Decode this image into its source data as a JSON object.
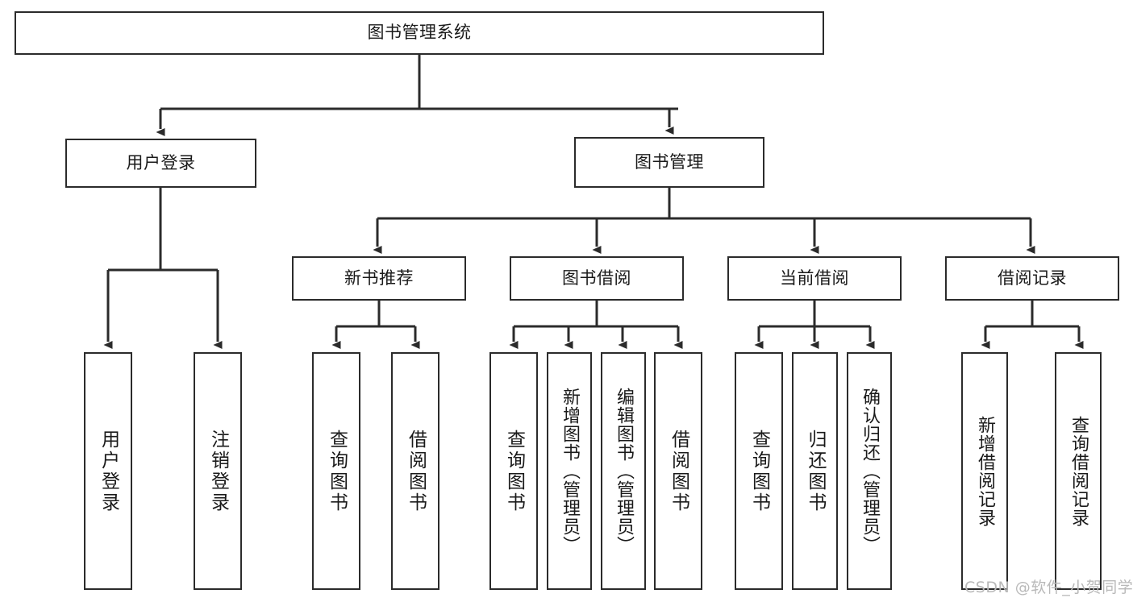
{
  "diagram": {
    "title_node": {
      "label": "图书管理系统"
    },
    "level2": [
      {
        "label": "用户登录"
      },
      {
        "label": "图书管理"
      }
    ],
    "level3": [
      {
        "label": "新书推荐"
      },
      {
        "label": "图书借阅"
      },
      {
        "label": "当前借阅"
      },
      {
        "label": "借阅记录"
      }
    ],
    "leaves": {
      "user_login": [
        {
          "label": "用户登录"
        },
        {
          "label": "注销登录"
        }
      ],
      "new_book_recommend": [
        {
          "label": "查询图书"
        },
        {
          "label": "借阅图书"
        }
      ],
      "book_borrow": [
        {
          "label": "查询图书"
        },
        {
          "label": "新增图书（管理员）"
        },
        {
          "label": "编辑图书（管理员）"
        },
        {
          "label": "借阅图书"
        }
      ],
      "current_borrow": [
        {
          "label": "查询图书"
        },
        {
          "label": "归还图书"
        },
        {
          "label": "确认归还（管理员）"
        }
      ],
      "borrow_record": [
        {
          "label": "新增借阅记录"
        },
        {
          "label": "查询借阅记录"
        }
      ]
    }
  },
  "watermark": {
    "text": "CSDN @软件_小贺同学"
  },
  "colors": {
    "stroke": "#2b2b2b",
    "background": "#ffffff",
    "text": "#1a1a1a",
    "watermark": "#b9b9b9"
  }
}
